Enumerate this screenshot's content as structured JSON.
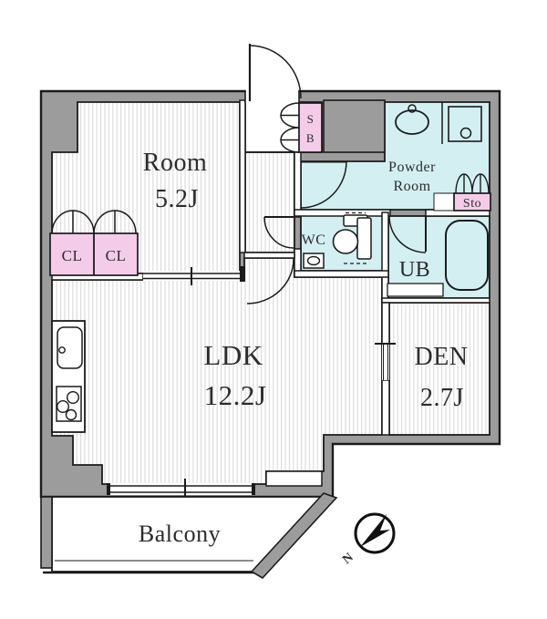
{
  "plan": {
    "title": "apartment-floor-plan",
    "rooms": {
      "bedroom": {
        "name": "Room",
        "size": "5.2J"
      },
      "ldk": {
        "name": "LDK",
        "size": "12.2J"
      },
      "den": {
        "name": "DEN",
        "size": "2.7J"
      },
      "balcony": {
        "name": "Balcony"
      },
      "powder_room": {
        "line1": "Powder",
        "line2": "Room"
      },
      "wc": {
        "name": "WC"
      },
      "unit_bath": {
        "name": "UB"
      },
      "closet_left": {
        "name": "CL"
      },
      "closet_right": {
        "name": "CL"
      },
      "shoe_box": {
        "line1": "S",
        "line2": "B"
      },
      "storage": {
        "name": "Sto"
      }
    },
    "compass": {
      "north_label": "N"
    },
    "colors": {
      "wall": "#9c9c9c",
      "wet": "#d3eff2",
      "pink": "#f4cce9",
      "line": "#1b1b1b",
      "text": "#2e2b2e",
      "stripe": "#d9d9d9"
    }
  }
}
